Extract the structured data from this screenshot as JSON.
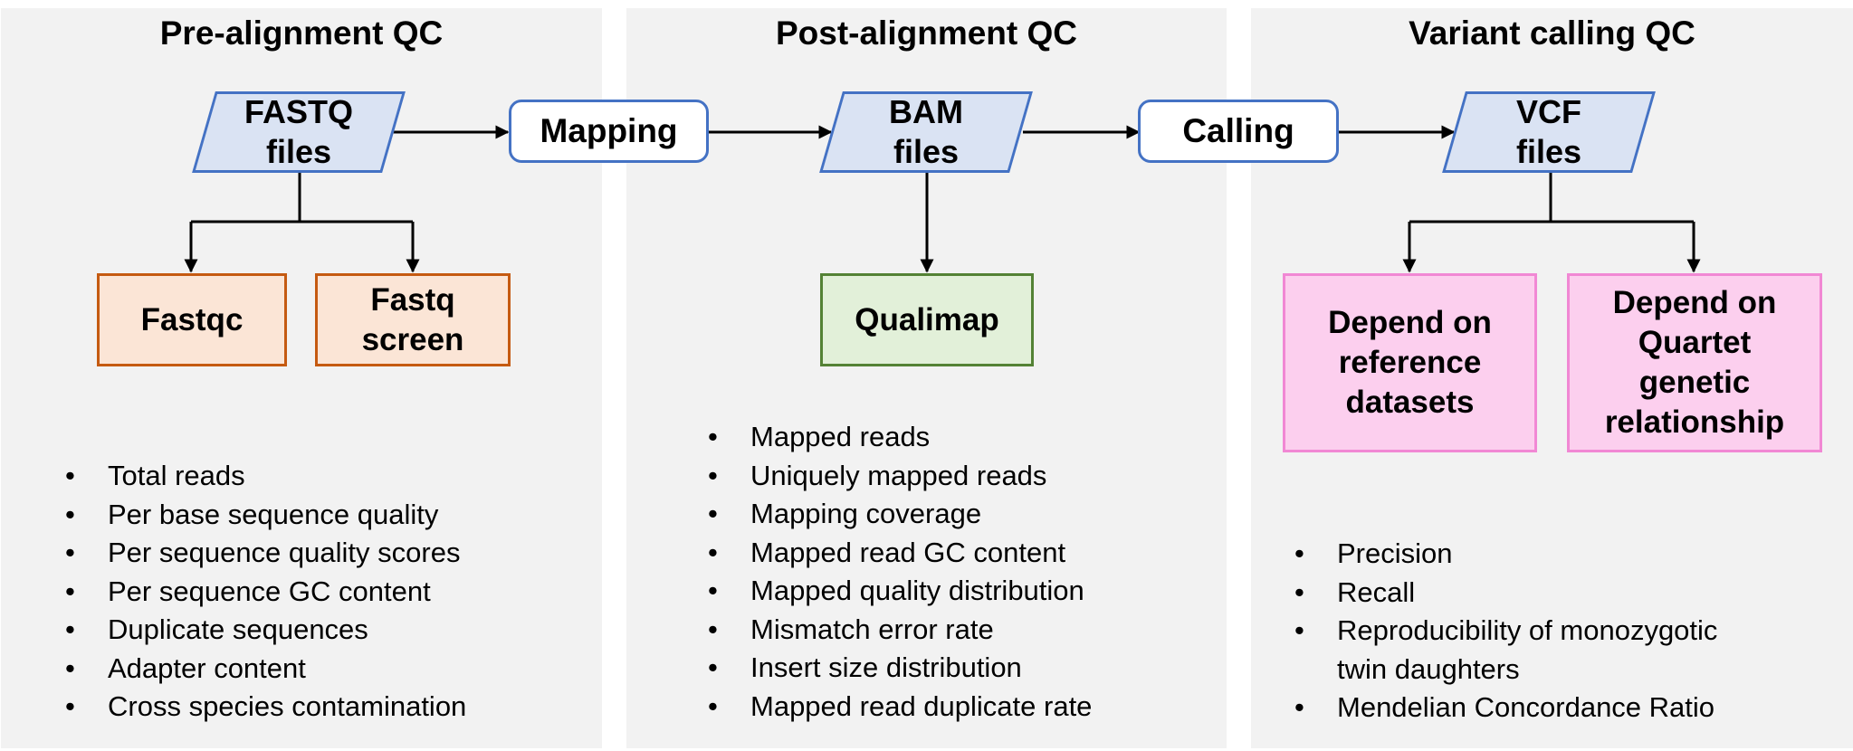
{
  "sections": [
    {
      "title": "Pre-alignment QC",
      "file_node": "FASTQ\nfiles",
      "tools": [
        "Fastqc",
        "Fastq\nscreen"
      ],
      "metrics": [
        "Total reads",
        "Per base sequence quality",
        "Per sequence quality scores",
        "Per sequence GC content",
        "Duplicate sequences",
        "Adapter content",
        "Cross species contamination"
      ]
    },
    {
      "title": "Post-alignment QC",
      "file_node": "BAM\nfiles",
      "tools": [
        "Qualimap"
      ],
      "metrics": [
        "Mapped reads",
        "Uniquely mapped reads",
        "Mapping coverage",
        "Mapped read GC content",
        "Mapped quality distribution",
        "Mismatch error rate",
        "Insert size distribution",
        "Mapped read duplicate rate"
      ]
    },
    {
      "title": "Variant calling QC",
      "file_node": "VCF\nfiles",
      "tools": [
        "Depend on\nreference\ndatasets",
        "Depend on\nQuartet\ngenetic\nrelationship"
      ],
      "metrics": [
        "Precision",
        "Recall",
        "Reproducibility of monozygotic\ntwin daughters",
        "Mendelian Concordance Ratio"
      ]
    }
  ],
  "processes": [
    "Mapping",
    "Calling"
  ],
  "colors": {
    "panel": "#f2f2f2",
    "file_fill": "#dae3f3",
    "file_border": "#4472c4",
    "pre_tool_fill": "#fbe5d6",
    "pre_tool_border": "#c55a11",
    "post_tool_fill": "#e2f0d9",
    "post_tool_border": "#548235",
    "vc_tool_fill": "#fccfee",
    "vc_tool_border": "#f188d4"
  }
}
